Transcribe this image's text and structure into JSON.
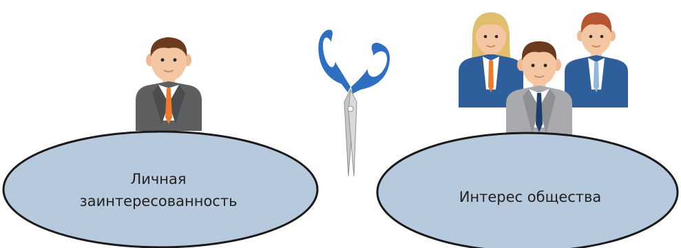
{
  "left_group": {
    "label_line1": "Личная",
    "label_line2": "заинтересованность"
  },
  "right_group": {
    "label": "Интерес общества"
  },
  "colors": {
    "ellipse_fill": "#b7c9dd",
    "ellipse_stroke": "#1a1a1a",
    "suit_gray": "#5d5f61",
    "suit_blue": "#2f5f9a",
    "scissors_handle": "#2d6fc0",
    "tie_orange": "#f07a2c",
    "tie_navy": "#1e3f6e",
    "tie_lightblue": "#8fb6dc"
  },
  "icons": [
    "person-icon",
    "group-icon",
    "scissors-icon"
  ]
}
